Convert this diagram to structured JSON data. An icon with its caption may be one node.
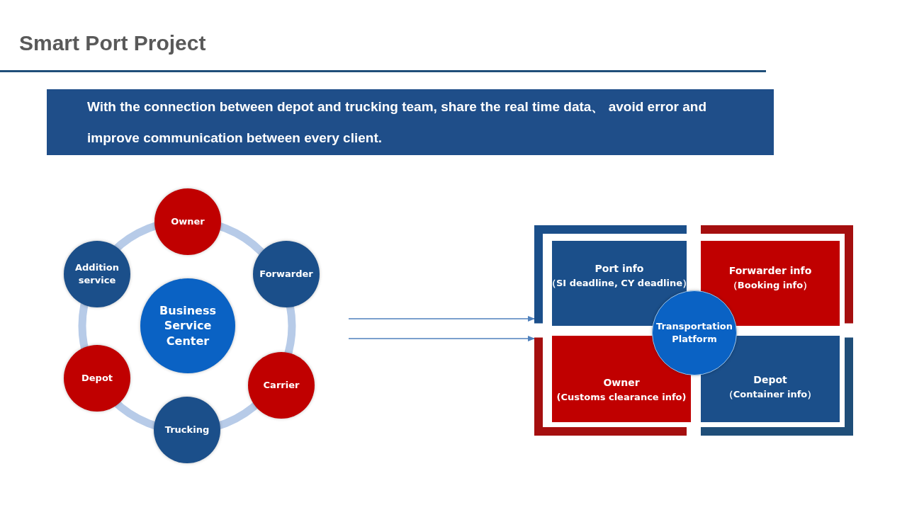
{
  "diagram": {
    "title": "Smart Port Project",
    "nodes": [
      {
        "text": [
          "Business Service Center"
        ]
      },
      {
        "text": [
          "Owner"
        ]
      },
      {
        "text": [
          "Forwarder"
        ]
      },
      {
        "text": [
          "Carrier"
        ]
      },
      {
        "text": [
          "Trucking"
        ]
      },
      {
        "text": [
          "Depot"
        ]
      },
      {
        "text": [
          "Addition service"
        ]
      },
      {
        "text": [],
        "shape": "box"
      },
      {
        "text": [
          "Port info",
          "（SI deadline, CY deadline）"
        ],
        "in": 7
      },
      {
        "text": [
          "Forwarder info",
          "（Booking info）"
        ],
        "in": 7
      },
      {
        "text": [
          "Owner",
          "(Customs clearance info)"
        ],
        "in": 7
      },
      {
        "text": [
          "Depot",
          "（Container info）"
        ],
        "in": 7
      },
      {
        "text": [
          "Transportation Platform"
        ],
        "in": 7
      }
    ],
    "edges": [
      {
        "from": null,
        "to": 7,
        "arrow": "to"
      },
      {
        "from": null,
        "to": 7,
        "arrow": "to"
      }
    ],
    "labels": [
      "With the connection between depot and trucking team, share the real time data、 avoid error and improve communication between every client."
    ]
  }
}
